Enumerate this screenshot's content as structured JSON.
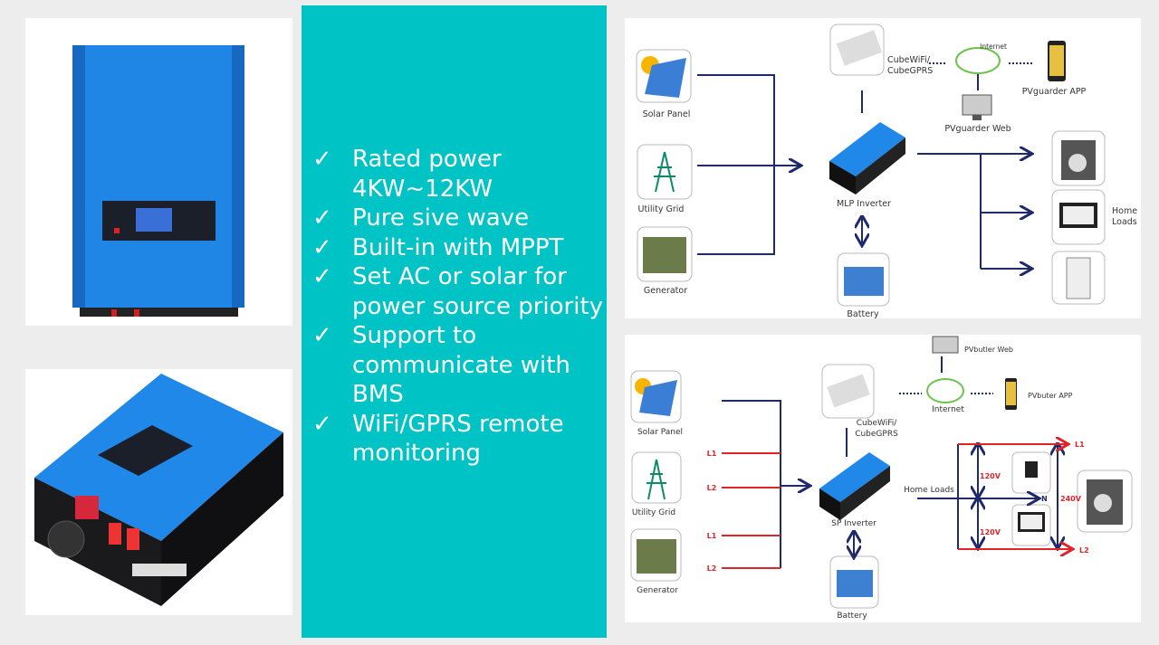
{
  "features": [
    {
      "lines": [
        "Rated power",
        "4KW~12KW"
      ]
    },
    {
      "lines": [
        "Pure sive wave"
      ]
    },
    {
      "lines": [
        "Built-in with MPPT"
      ]
    },
    {
      "lines": [
        "Set AC or solar for",
        "power source priority"
      ]
    },
    {
      "lines": [
        "Support to",
        "communicate with",
        "BMS"
      ]
    },
    {
      "lines": [
        "WiFi/GPRS remote",
        "monitoring"
      ]
    }
  ],
  "check_glyph": "✓",
  "colors": {
    "teal": "#00c3c6",
    "inverter_blue": "#1e7fe0",
    "line_blue": "#1f2a6b",
    "line_red": "#e0242a"
  },
  "diagram_mlp": {
    "solar": "Solar Panel",
    "grid": "Utility Grid",
    "generator": "Generator",
    "inverter": "MLP Inverter",
    "battery": "Battery",
    "wifi_line1": "CubeWiFi/",
    "wifi_line2": "CubeGPRS",
    "internet": "Internet",
    "app": "PVguarder APP",
    "web": "PVguarder Web",
    "loads_line1": "Home",
    "loads_line2": "Loads"
  },
  "diagram_sp": {
    "solar": "Solar Panel",
    "grid": "Utility Grid",
    "generator": "Generator",
    "inverter": "SP Inverter",
    "battery": "Battery",
    "wifi_line1": "CubeWiFi/",
    "wifi_line2": "CubeGPRS",
    "internet": "Internet",
    "app": "PVbuter APP",
    "web": "PVbutler Web",
    "home_loads": "Home Loads",
    "l1": "L1",
    "l2": "L2",
    "n": "N",
    "v120": "120V",
    "v240": "240V"
  }
}
